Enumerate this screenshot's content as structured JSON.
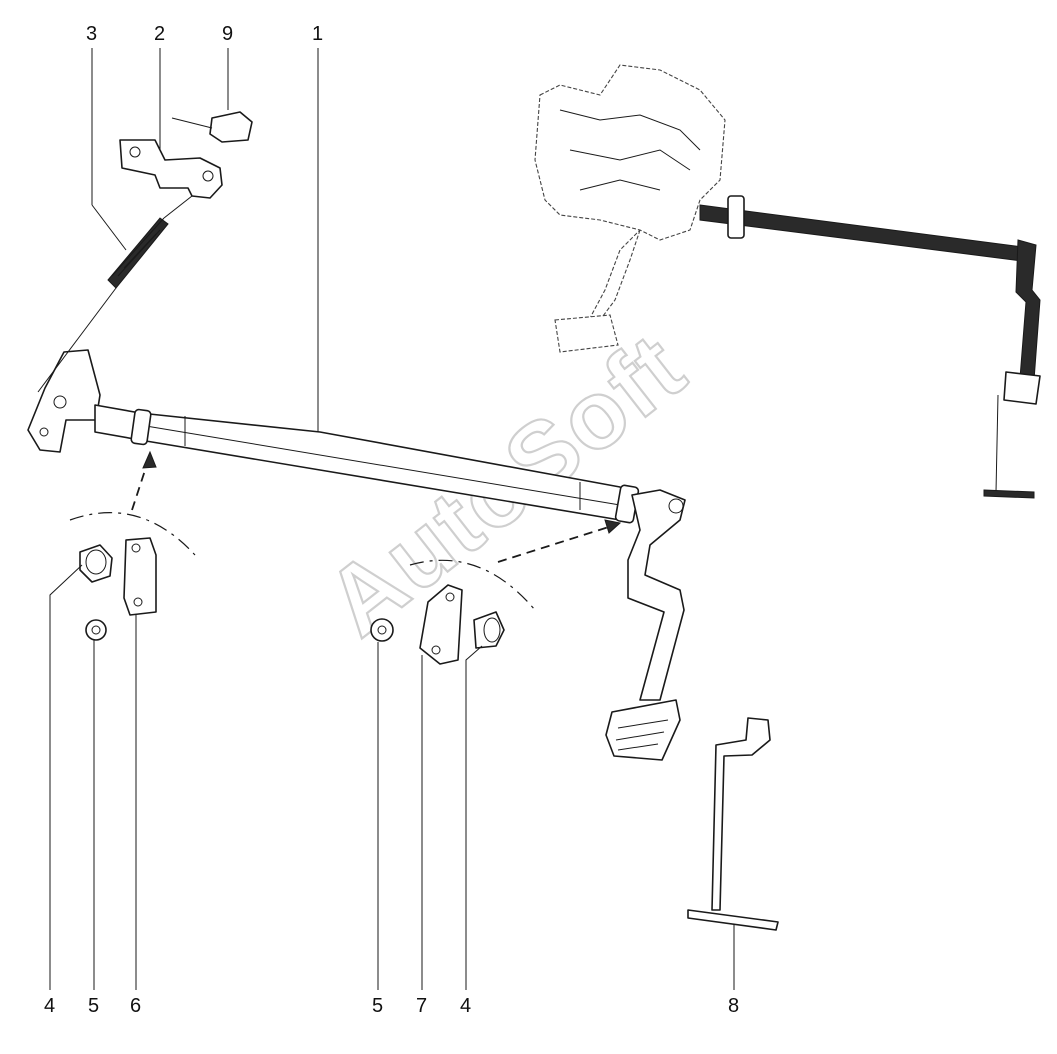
{
  "watermark": "AutoSoft",
  "callouts": [
    {
      "id": "label-1-top",
      "text": "1"
    },
    {
      "id": "label-2-top",
      "text": "2"
    },
    {
      "id": "label-3-top",
      "text": "3"
    },
    {
      "id": "label-9-top",
      "text": "9"
    },
    {
      "id": "label-4-left",
      "text": "4"
    },
    {
      "id": "label-5-left",
      "text": "5"
    },
    {
      "id": "label-6-left",
      "text": "6"
    },
    {
      "id": "label-5-center",
      "text": "5"
    },
    {
      "id": "label-7-center",
      "text": "7"
    },
    {
      "id": "label-4-center",
      "text": "4"
    },
    {
      "id": "label-8-bottom",
      "text": "8"
    }
  ]
}
